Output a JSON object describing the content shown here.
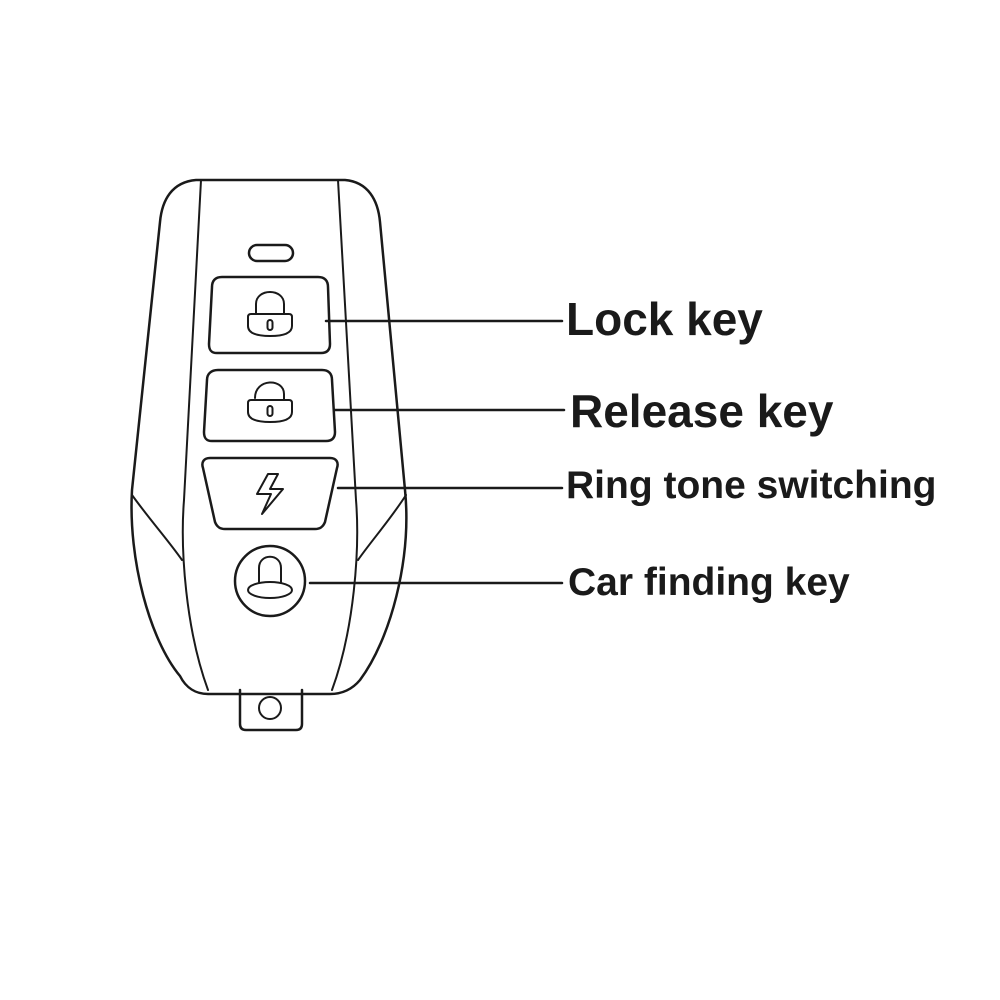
{
  "callouts": {
    "lock": "Lock key",
    "release": "Release key",
    "ring": "Ring tone switching",
    "find": "Car finding key"
  },
  "colors": {
    "stroke": "#1a1a1a",
    "background": "#ffffff"
  },
  "icons": {
    "lock": "lock-closed-icon",
    "release": "lock-open-icon",
    "ring": "lightning-bolt-icon",
    "find": "bell-icon"
  }
}
